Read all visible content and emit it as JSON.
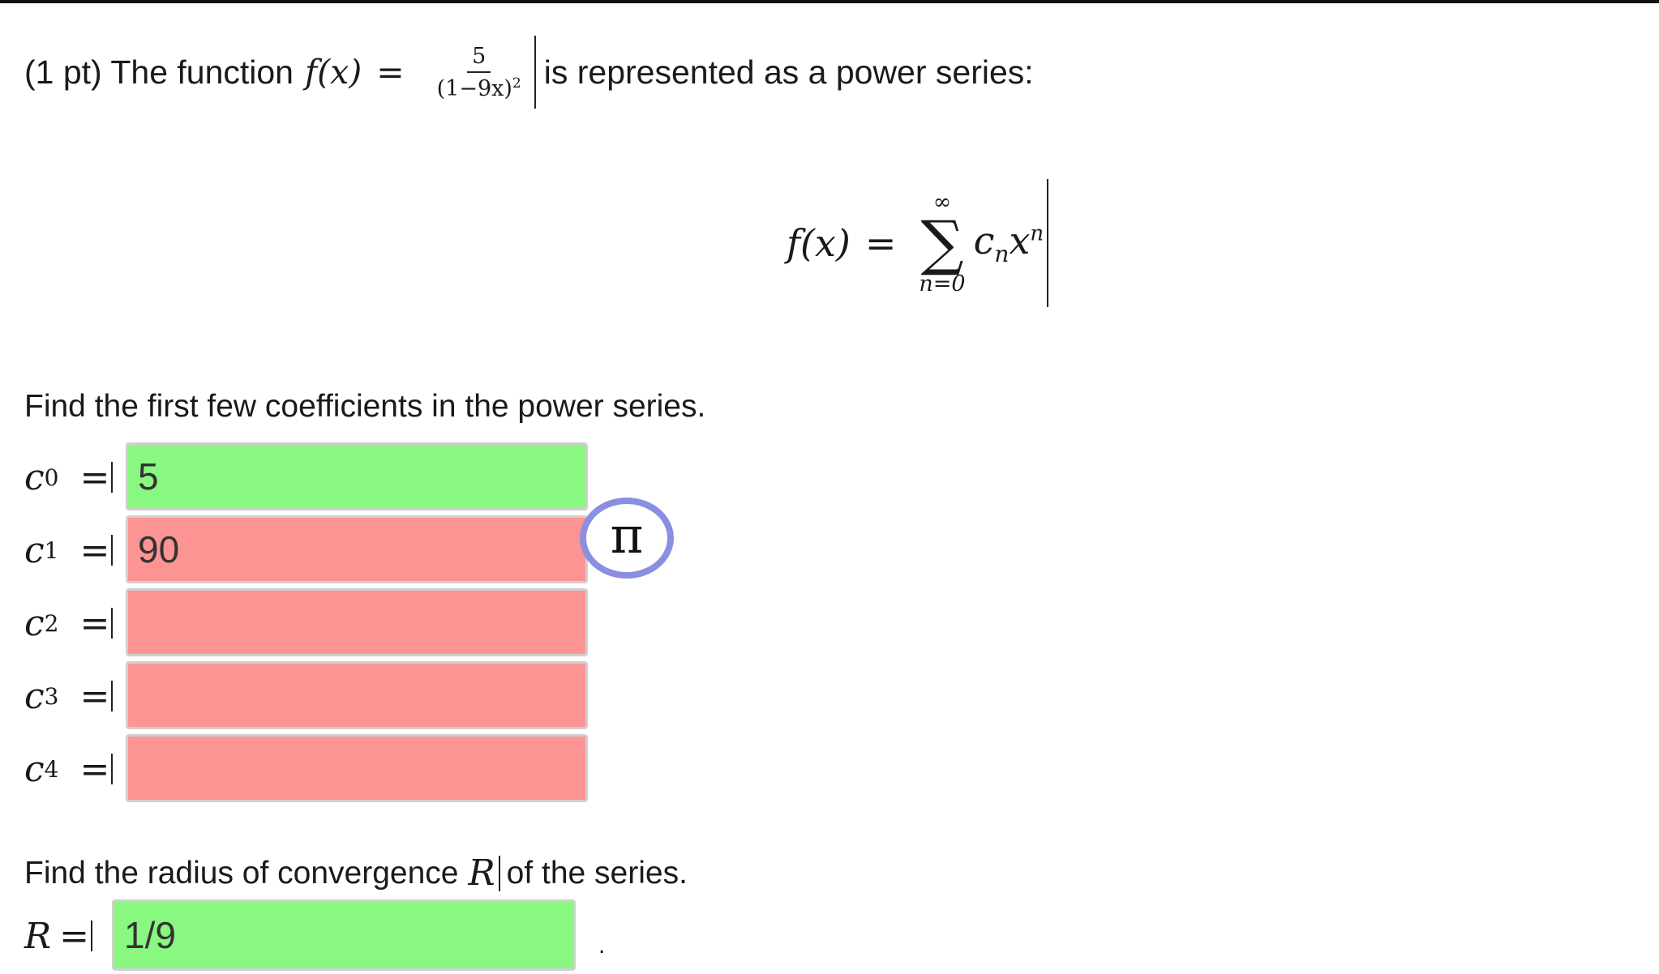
{
  "problem": {
    "points": "(1 pt) The function",
    "f_lhs": "f(x)",
    "equals": "=",
    "numerator": "5",
    "denominator_base": "(1−9x)",
    "denominator_exp": "2",
    "suffix": "is represented as a power series:"
  },
  "series": {
    "f_lhs": "f(x)",
    "equals": "=",
    "upper": "∞",
    "sigma": "∑",
    "lower": "n=0",
    "c": "c",
    "c_sub": "n",
    "x": "x",
    "x_sup": "n"
  },
  "coeff_prompt": "Find the first few coefficients in the power series.",
  "coefficients": [
    {
      "var": "c",
      "sub": "0",
      "eq": "=",
      "value": "5",
      "status": "correct"
    },
    {
      "var": "c",
      "sub": "1",
      "eq": "=",
      "value": "90",
      "status": "incorrect"
    },
    {
      "var": "c",
      "sub": "2",
      "eq": "=",
      "value": "",
      "status": "incorrect"
    },
    {
      "var": "c",
      "sub": "3",
      "eq": "=",
      "value": "",
      "status": "incorrect"
    },
    {
      "var": "c",
      "sub": "4",
      "eq": "=",
      "value": "",
      "status": "incorrect"
    }
  ],
  "radius": {
    "prompt_before": "Find the radius of convergence",
    "var": "R",
    "prompt_after": "of the series.",
    "label": "R",
    "eq": "=",
    "value": "1/9",
    "status": "correct",
    "trailing": "."
  },
  "pi_button": {
    "symbol": "π",
    "icon": "pi-icon"
  },
  "colors": {
    "correct": "#88f880",
    "incorrect": "#fd9494",
    "pi_ring": "#8b8fe0"
  }
}
